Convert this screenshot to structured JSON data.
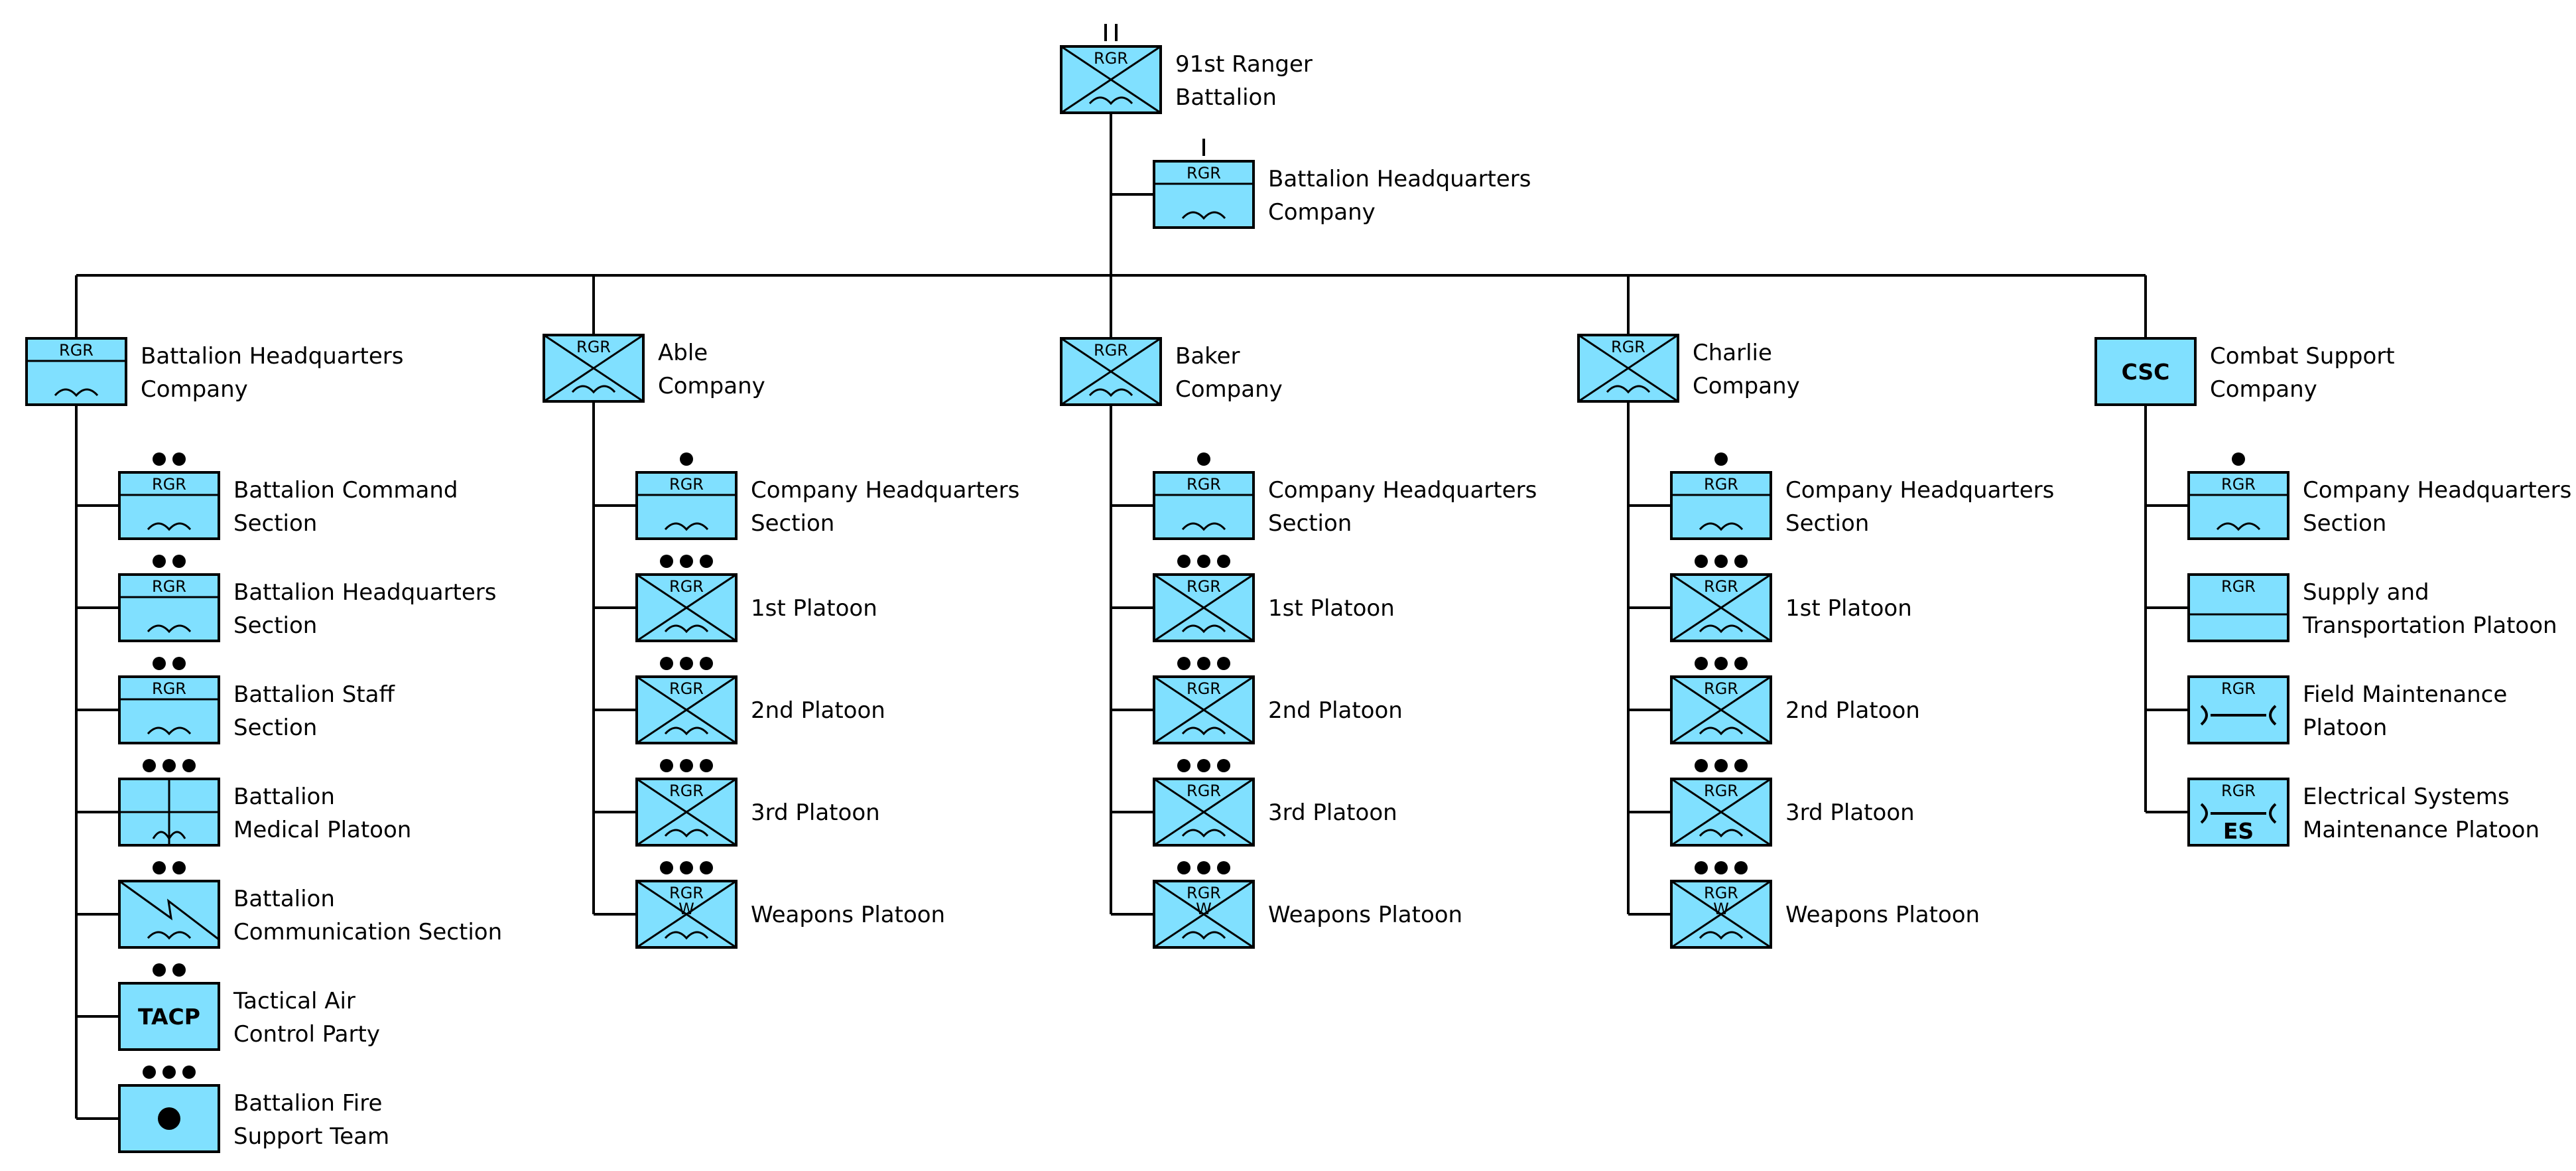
{
  "title": "",
  "colors": {
    "fill": "#80e0ff",
    "line": "#000000",
    "background": "#ffffff"
  },
  "root": {
    "id": "battalion",
    "label": [
      "91st Ranger",
      "Battalion"
    ],
    "symbol": {
      "frame": "x",
      "text": "RGR",
      "mark": "ranger",
      "echelon": "II"
    }
  },
  "hq": {
    "id": "hhc-top",
    "label": [
      "Battalion Headquarters",
      "Company"
    ],
    "symbol": {
      "frame": "hq",
      "text": "RGR",
      "mark": "ranger",
      "echelon": "I"
    }
  },
  "companies": [
    {
      "id": "hhc",
      "label": [
        "Battalion Headquarters",
        "Company"
      ],
      "symbol": {
        "frame": "hq",
        "text": "RGR",
        "mark": "ranger",
        "echelon": "I"
      },
      "units": [
        {
          "id": "cmd",
          "label": [
            "Battalion Command",
            "Section"
          ],
          "symbol": {
            "frame": "hq",
            "text": "RGR",
            "mark": "ranger",
            "echelon": "••"
          }
        },
        {
          "id": "hqsec",
          "label": [
            "Battalion Headquarters",
            "Section"
          ],
          "symbol": {
            "frame": "hq",
            "text": "RGR",
            "mark": "ranger",
            "echelon": "••"
          }
        },
        {
          "id": "staff",
          "label": [
            "Battalion Staff",
            "Section"
          ],
          "symbol": {
            "frame": "hq",
            "text": "RGR",
            "mark": "ranger",
            "echelon": "••"
          }
        },
        {
          "id": "med",
          "label": [
            "Battalion",
            "Medical Platoon"
          ],
          "symbol": {
            "frame": "medical",
            "text": "",
            "mark": "",
            "echelon": "•••"
          }
        },
        {
          "id": "comm",
          "label": [
            "Battalion",
            "Communication Section"
          ],
          "symbol": {
            "frame": "signal",
            "text": "",
            "mark": "ranger",
            "echelon": "••"
          }
        },
        {
          "id": "tacp",
          "label": [
            "Tactical Air",
            "Control Party"
          ],
          "symbol": {
            "frame": "plain",
            "text": "TACP",
            "mark": "",
            "echelon": "••"
          }
        },
        {
          "id": "fist",
          "label": [
            "Battalion Fire",
            "Support Team"
          ],
          "symbol": {
            "frame": "plain",
            "text": "",
            "mark": "dot",
            "echelon": "•••"
          }
        }
      ]
    },
    {
      "id": "able",
      "label": [
        "Able",
        "Company"
      ],
      "symbol": {
        "frame": "x",
        "text": "RGR",
        "mark": "ranger",
        "echelon": "I"
      },
      "units": [
        {
          "id": "a-hq",
          "label": [
            "Company Headquarters",
            "Section"
          ],
          "symbol": {
            "frame": "hq",
            "text": "RGR",
            "mark": "ranger",
            "echelon": "•"
          }
        },
        {
          "id": "a-1",
          "label": [
            "1st Platoon"
          ],
          "symbol": {
            "frame": "x",
            "text": "RGR",
            "mark": "ranger",
            "echelon": "•••"
          }
        },
        {
          "id": "a-2",
          "label": [
            "2nd Platoon"
          ],
          "symbol": {
            "frame": "x",
            "text": "RGR",
            "mark": "ranger",
            "echelon": "•••"
          }
        },
        {
          "id": "a-3",
          "label": [
            "3rd Platoon"
          ],
          "symbol": {
            "frame": "x",
            "text": "RGR",
            "mark": "ranger",
            "echelon": "•••"
          }
        },
        {
          "id": "a-w",
          "label": [
            "Weapons Platoon"
          ],
          "symbol": {
            "frame": "x",
            "text": "RGR",
            "text2": "W",
            "mark": "ranger",
            "echelon": "•••"
          }
        }
      ]
    },
    {
      "id": "baker",
      "label": [
        "Baker",
        "Company"
      ],
      "symbol": {
        "frame": "x",
        "text": "RGR",
        "mark": "ranger",
        "echelon": "I"
      },
      "units": [
        {
          "id": "b-hq",
          "label": [
            "Company Headquarters",
            "Section"
          ],
          "symbol": {
            "frame": "hq",
            "text": "RGR",
            "mark": "ranger",
            "echelon": "•"
          }
        },
        {
          "id": "b-1",
          "label": [
            "1st Platoon"
          ],
          "symbol": {
            "frame": "x",
            "text": "RGR",
            "mark": "ranger",
            "echelon": "•••"
          }
        },
        {
          "id": "b-2",
          "label": [
            "2nd Platoon"
          ],
          "symbol": {
            "frame": "x",
            "text": "RGR",
            "mark": "ranger",
            "echelon": "•••"
          }
        },
        {
          "id": "b-3",
          "label": [
            "3rd Platoon"
          ],
          "symbol": {
            "frame": "x",
            "text": "RGR",
            "mark": "ranger",
            "echelon": "•••"
          }
        },
        {
          "id": "b-w",
          "label": [
            "Weapons Platoon"
          ],
          "symbol": {
            "frame": "x",
            "text": "RGR",
            "text2": "W",
            "mark": "ranger",
            "echelon": "•••"
          }
        }
      ]
    },
    {
      "id": "charlie",
      "label": [
        "Charlie",
        "Company"
      ],
      "symbol": {
        "frame": "x",
        "text": "RGR",
        "mark": "ranger",
        "echelon": "I"
      },
      "units": [
        {
          "id": "c-hq",
          "label": [
            "Company Headquarters",
            "Section"
          ],
          "symbol": {
            "frame": "hq",
            "text": "RGR",
            "mark": "ranger",
            "echelon": "•"
          }
        },
        {
          "id": "c-1",
          "label": [
            "1st Platoon"
          ],
          "symbol": {
            "frame": "x",
            "text": "RGR",
            "mark": "ranger",
            "echelon": "•••"
          }
        },
        {
          "id": "c-2",
          "label": [
            "2nd Platoon"
          ],
          "symbol": {
            "frame": "x",
            "text": "RGR",
            "mark": "ranger",
            "echelon": "•••"
          }
        },
        {
          "id": "c-3",
          "label": [
            "3rd Platoon"
          ],
          "symbol": {
            "frame": "x",
            "text": "RGR",
            "mark": "ranger",
            "echelon": "•••"
          }
        },
        {
          "id": "c-w",
          "label": [
            "Weapons Platoon"
          ],
          "symbol": {
            "frame": "x",
            "text": "RGR",
            "text2": "W",
            "mark": "ranger",
            "echelon": "•••"
          }
        }
      ]
    },
    {
      "id": "csc",
      "label": [
        "Combat Support",
        "Company"
      ],
      "symbol": {
        "frame": "plain",
        "text": "CSC",
        "mark": "",
        "echelon": "I"
      },
      "units": [
        {
          "id": "s-hq",
          "label": [
            "Company Headquarters",
            "Section"
          ],
          "symbol": {
            "frame": "hq",
            "text": "RGR",
            "mark": "ranger",
            "echelon": "•"
          }
        },
        {
          "id": "s-sup",
          "label": [
            "Supply and",
            "Transportation Platoon"
          ],
          "symbol": {
            "frame": "supply",
            "text": "RGR",
            "mark": "",
            "echelon": ""
          }
        },
        {
          "id": "s-maint",
          "label": [
            "Field Maintenance",
            "Platoon"
          ],
          "symbol": {
            "frame": "plain",
            "text": "RGR",
            "mark": "maint",
            "echelon": ""
          }
        },
        {
          "id": "s-es",
          "label": [
            "Electrical Systems",
            "Maintenance Platoon"
          ],
          "symbol": {
            "frame": "plain",
            "text": "RGR",
            "text2": "ES",
            "mark": "maint",
            "echelon": ""
          }
        }
      ]
    }
  ]
}
